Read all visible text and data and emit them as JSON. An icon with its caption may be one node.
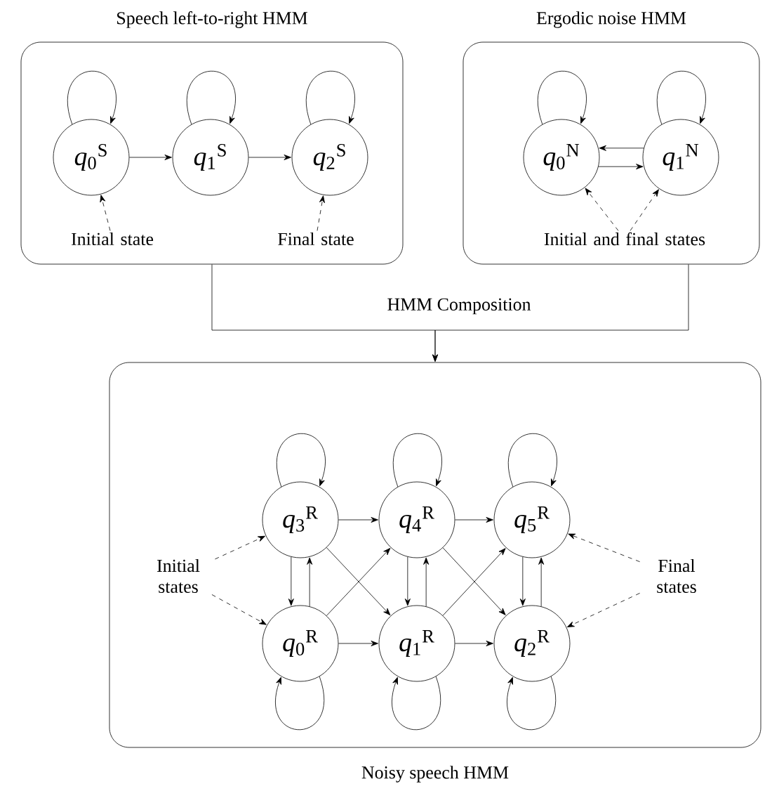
{
  "diagram": {
    "nodes": [
      {
        "text": [
          "Speech left-to-right HMM"
        ]
      },
      {
        "text": [
          "Ergodic noise HMM"
        ]
      },
      {
        "text": [
          "Noisy speech HMM"
        ]
      },
      {
        "text": [
          "*q*$_{0}$$^{S}$"
        ],
        "in": 0
      },
      {
        "text": [
          "*q*$_{1}$$^{S}$"
        ],
        "in": 0
      },
      {
        "text": [
          "*q*$_{2}$$^{S}$"
        ],
        "in": 0
      },
      {
        "text": [
          "Initial state"
        ],
        "in": 0
      },
      {
        "text": [
          "Final state"
        ],
        "in": 0
      },
      {
        "text": [
          "*q*$_{0}$$^{N}$"
        ],
        "in": 1
      },
      {
        "text": [
          "*q*$_{1}$$^{N}$"
        ],
        "in": 1
      },
      {
        "text": [
          "Initial and final states"
        ],
        "in": 1
      },
      {
        "text": [
          "*q*$_{3}$$^{R}$"
        ],
        "in": 2
      },
      {
        "text": [
          "*q*$_{4}$$^{R}$"
        ],
        "in": 2
      },
      {
        "text": [
          "*q*$_{5}$$^{R}$"
        ],
        "in": 2
      },
      {
        "text": [
          "*q*$_{0}$$^{R}$"
        ],
        "in": 2
      },
      {
        "text": [
          "*q*$_{1}$$^{R}$"
        ],
        "in": 2
      },
      {
        "text": [
          "*q*$_{2}$$^{R}$"
        ],
        "in": 2
      },
      {
        "text": [
          "Initial states"
        ],
        "in": 2
      },
      {
        "text": [
          "Final states"
        ],
        "in": 2
      }
    ],
    "edges": [
      {
        "from": 3,
        "to": 3,
        "arrow": "to"
      },
      {
        "from": 4,
        "to": 4,
        "arrow": "to"
      },
      {
        "from": 5,
        "to": 5,
        "arrow": "to"
      },
      {
        "from": 3,
        "to": 4,
        "arrow": "to"
      },
      {
        "from": 4,
        "to": 5,
        "arrow": "to"
      },
      {
        "from": 6,
        "to": 3,
        "arrow": "to",
        "style": "dashed"
      },
      {
        "from": 7,
        "to": 5,
        "arrow": "to",
        "style": "dashed"
      },
      {
        "from": 8,
        "to": 8,
        "arrow": "to"
      },
      {
        "from": 9,
        "to": 9,
        "arrow": "to"
      },
      {
        "from": 9,
        "to": 8,
        "arrow": "to"
      },
      {
        "from": 8,
        "to": 9,
        "arrow": "to"
      },
      {
        "from": 10,
        "to": 8,
        "arrow": "to",
        "style": "dashed"
      },
      {
        "from": 10,
        "to": 9,
        "arrow": "to",
        "style": "dashed"
      },
      {
        "from": 0,
        "to": 2,
        "arrow": "to"
      },
      {
        "from": 1,
        "to": 2,
        "arrow": "to"
      },
      {
        "from": 11,
        "to": 11,
        "arrow": "to"
      },
      {
        "from": 12,
        "to": 12,
        "arrow": "to"
      },
      {
        "from": 13,
        "to": 13,
        "arrow": "to"
      },
      {
        "from": 14,
        "to": 14,
        "arrow": "to"
      },
      {
        "from": 15,
        "to": 15,
        "arrow": "to"
      },
      {
        "from": 16,
        "to": 16,
        "arrow": "to"
      },
      {
        "from": 11,
        "to": 12,
        "arrow": "to"
      },
      {
        "from": 12,
        "to": 13,
        "arrow": "to"
      },
      {
        "from": 14,
        "to": 15,
        "arrow": "to"
      },
      {
        "from": 15,
        "to": 16,
        "arrow": "to"
      },
      {
        "from": 14,
        "to": 11,
        "arrow": "to"
      },
      {
        "from": 11,
        "to": 14,
        "arrow": "to"
      },
      {
        "from": 15,
        "to": 12,
        "arrow": "to"
      },
      {
        "from": 12,
        "to": 15,
        "arrow": "to"
      },
      {
        "from": 16,
        "to": 13,
        "arrow": "to"
      },
      {
        "from": 13,
        "to": 16,
        "arrow": "to"
      },
      {
        "from": 11,
        "to": 15,
        "arrow": "to"
      },
      {
        "from": 14,
        "to": 12,
        "arrow": "to"
      },
      {
        "from": 12,
        "to": 16,
        "arrow": "to"
      },
      {
        "from": 15,
        "to": 13,
        "arrow": "to"
      },
      {
        "from": 17,
        "to": 11,
        "arrow": "to",
        "style": "dashed"
      },
      {
        "from": 17,
        "to": 14,
        "arrow": "to",
        "style": "dashed"
      },
      {
        "from": 18,
        "to": 13,
        "arrow": "to",
        "style": "dashed"
      },
      {
        "from": 18,
        "to": 16,
        "arrow": "to",
        "style": "dashed"
      }
    ],
    "labels": [
      "HMM Composition"
    ]
  }
}
